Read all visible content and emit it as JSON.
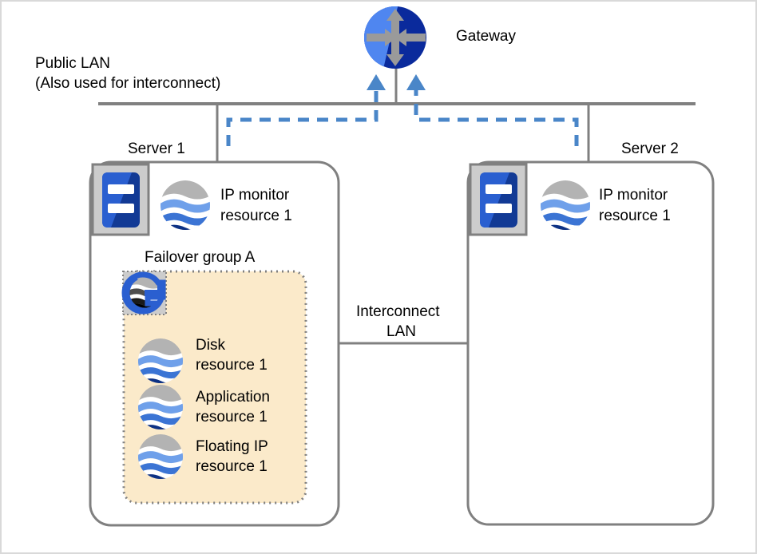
{
  "diagram": {
    "title_labels": {
      "gateway": "Gateway",
      "public_lan_line1": "Public LAN",
      "public_lan_line2": "(Also used for interconnect)",
      "server1": "Server 1",
      "server2": "Server 2",
      "interconnect_line1": "Interconnect",
      "interconnect_line2": "LAN",
      "failover_group": "Failover group A"
    },
    "colors": {
      "line_gray": "#808080",
      "dashed_blue": "#4a86c8",
      "group_fill": "#fbeaca",
      "group_border": "#808080",
      "icon_bg": "#cccccc",
      "icon_bg_border": "#808080",
      "server_blue_light": "#2a5fd0",
      "server_blue_dark": "#123a95",
      "gateway_light": "#4f86f0",
      "gateway_dark": "#0a2a9c",
      "arrow_gray": "#9a9a9a",
      "globe_gray": "#b3b3b3",
      "globe_blue1": "#6fa0ea",
      "globe_blue2": "#3b74d4",
      "globe_blue3": "#1e4fa8",
      "globe_navy": "#0d3184",
      "text_black": "#000000"
    },
    "servers": [
      {
        "id": "server-1",
        "name": "Server 1",
        "icon": "server-icon",
        "monitors": [
          {
            "icon": "resource-globe-icon",
            "line1": "IP monitor",
            "line2": "resource 1"
          }
        ],
        "group": {
          "name": "Failover group A",
          "icon": "failover-group-icon",
          "resources": [
            {
              "icon": "resource-globe-icon",
              "line1": "Disk",
              "line2": "resource 1"
            },
            {
              "icon": "resource-globe-icon",
              "line1": "Application",
              "line2": "resource 1"
            },
            {
              "icon": "resource-globe-icon",
              "line1": "Floating IP",
              "line2": "resource 1"
            }
          ]
        }
      },
      {
        "id": "server-2",
        "name": "Server 2",
        "icon": "server-icon",
        "monitors": [
          {
            "icon": "resource-globe-icon",
            "line1": "IP monitor",
            "line2": "resource 1"
          }
        ],
        "group": null
      }
    ],
    "network": {
      "gateway_icon": "gateway-router-icon",
      "public_lan": "Public LAN",
      "public_lan_note": "(Also used for interconnect)",
      "interconnect": "Interconnect LAN"
    }
  }
}
